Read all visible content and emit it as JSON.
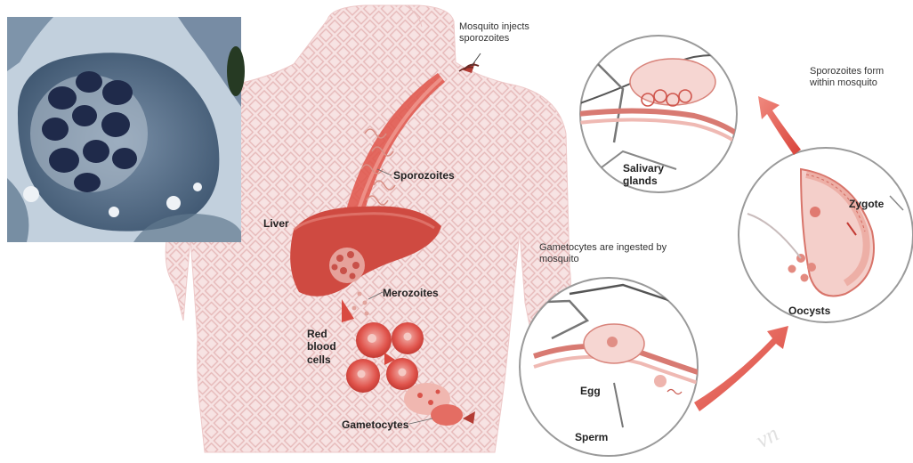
{
  "labels": {
    "mosquito_injects": "Mosquito injects sporozoites",
    "sporozoites": "Sporozoites",
    "liver": "Liver",
    "merozoites": "Merozoites",
    "red_blood_cells": "Red blood cells",
    "gametocytes": "Gametocytes",
    "gametocytes_ingested": "Gametocytes are ingested by mosquito",
    "egg": "Egg",
    "sperm": "Sperm",
    "salivary_glands": "Salivary glands",
    "sporozoites_form": "Sporozoites form within mosquito",
    "zygote": "Zygote",
    "oocysts": "Oocysts"
  },
  "watermark": "vn",
  "colors": {
    "arrow_red": "#e0584e",
    "liver_red": "#c9463d",
    "body_pink": "#f4dada",
    "micrograph_cell": "#4e6a86",
    "nucleus_dark": "#1f2a4a"
  }
}
